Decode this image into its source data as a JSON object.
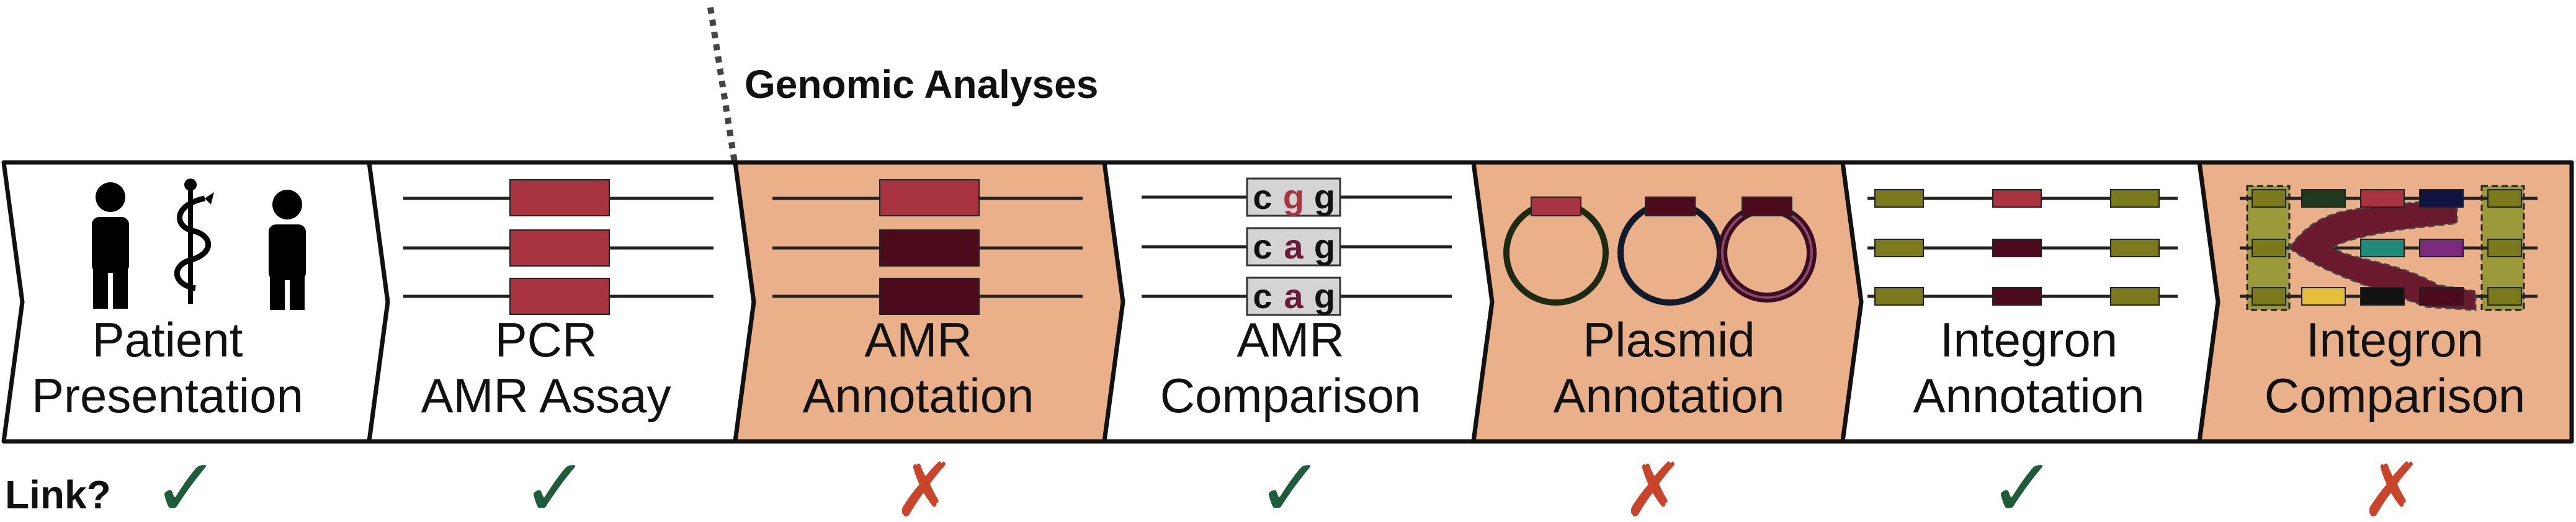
{
  "header": {
    "title": "Genomic Analyses"
  },
  "link_label": "Link?",
  "steps": [
    {
      "line1": "Patient",
      "line2": "Presentation",
      "highlighted": false,
      "link": "yes"
    },
    {
      "line1": "PCR",
      "line2": "AMR Assay",
      "highlighted": false,
      "link": "yes"
    },
    {
      "line1": "AMR",
      "line2": "Annotation",
      "highlighted": true,
      "link": "no"
    },
    {
      "line1": "AMR",
      "line2": "Comparison",
      "highlighted": false,
      "link": "yes"
    },
    {
      "line1": "Plasmid",
      "line2": "Annotation",
      "highlighted": true,
      "link": "no"
    },
    {
      "line1": "Integron",
      "line2": "Annotation",
      "highlighted": false,
      "link": "yes"
    },
    {
      "line1": "Integron",
      "line2": "Comparison",
      "highlighted": true,
      "link": "no"
    }
  ],
  "marks": {
    "yes": "✓",
    "no": "✗"
  },
  "codons": [
    [
      "c",
      "g",
      "g"
    ],
    [
      "c",
      "a",
      "g"
    ],
    [
      "c",
      "a",
      "g"
    ]
  ],
  "colors": {
    "highlight": "#eab08a",
    "gene_red": "#a7343f",
    "gene_dark": "#4b0b1c",
    "olive": "#7a7a1c",
    "check": "#1e5c3c",
    "cross": "#c8442a"
  }
}
